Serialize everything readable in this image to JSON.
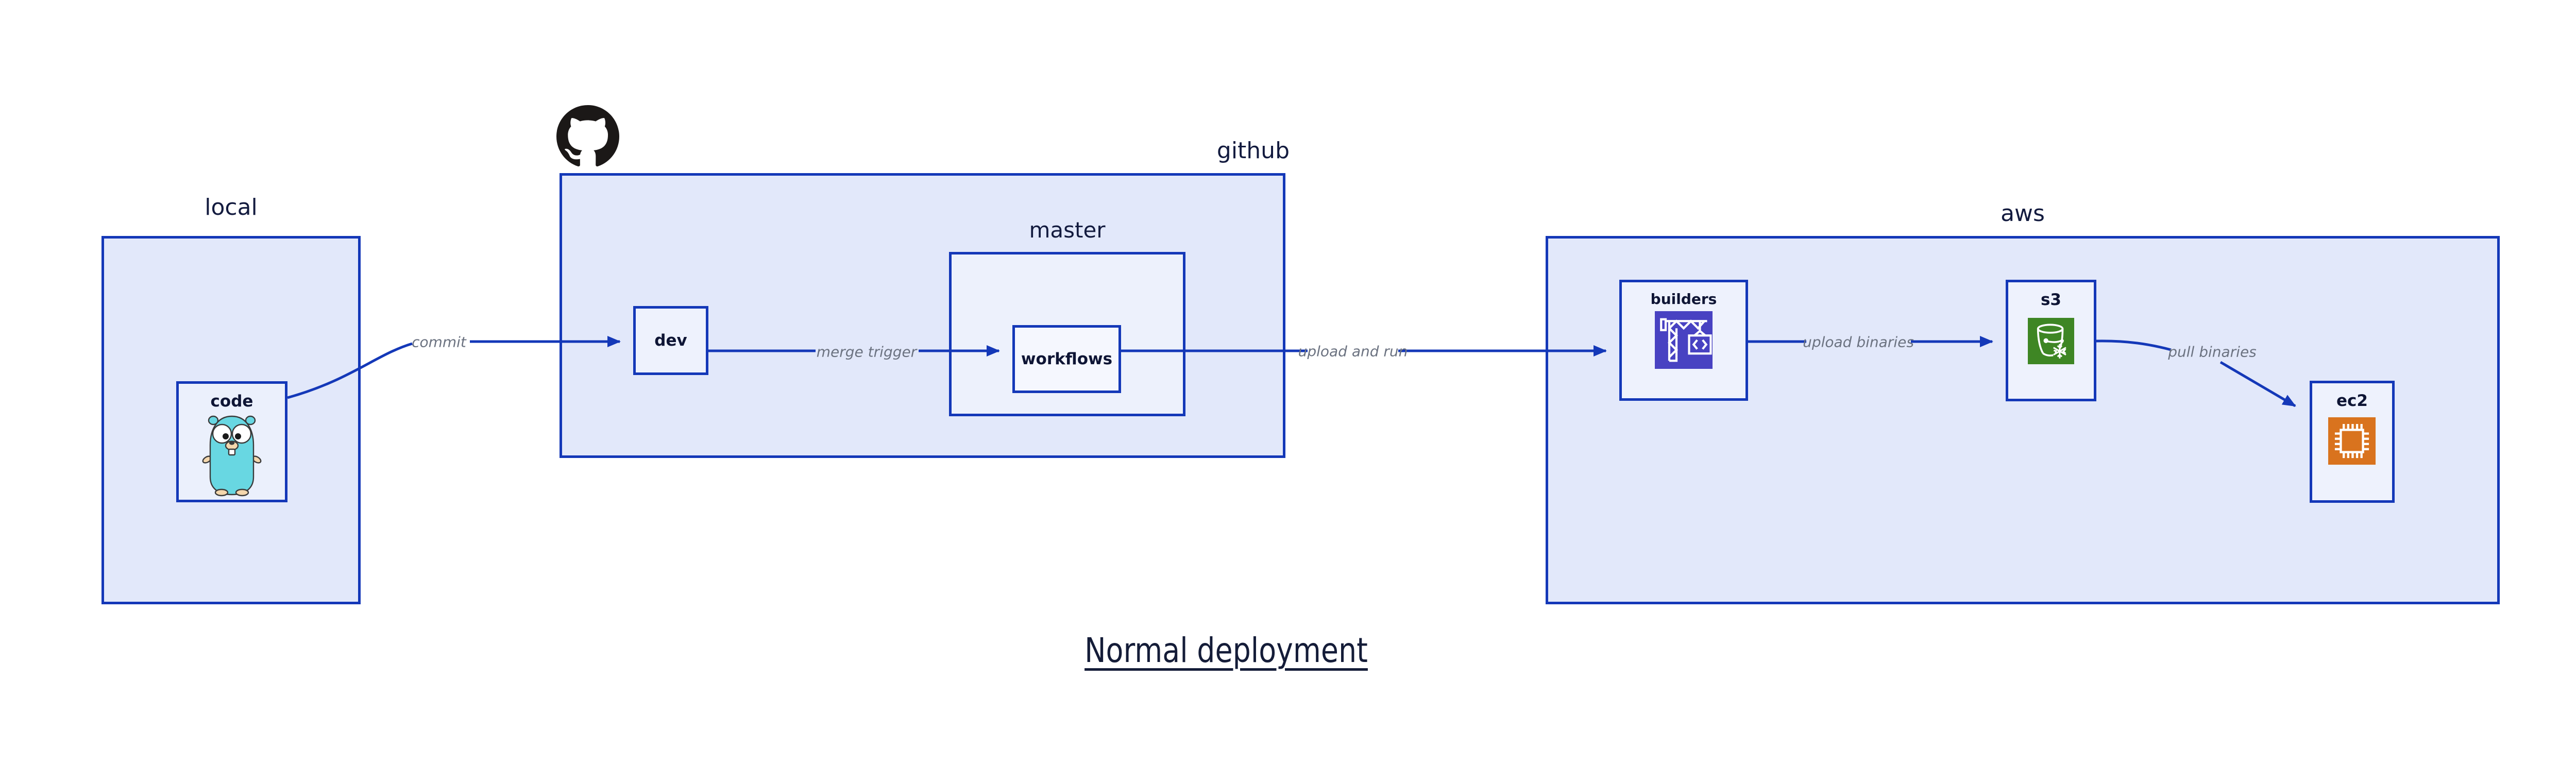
{
  "title": {
    "text": "Normal deployment"
  },
  "containers": {
    "local": {
      "label": "local"
    },
    "github": {
      "label": "github"
    },
    "master": {
      "label": "master"
    },
    "aws": {
      "label": "aws"
    }
  },
  "nodes": {
    "code": {
      "label": "code"
    },
    "dev": {
      "label": "dev"
    },
    "workflows": {
      "label": "workflows"
    },
    "builders": {
      "label": "builders"
    },
    "s3": {
      "label": "s3"
    },
    "ec2": {
      "label": "ec2"
    }
  },
  "edges": {
    "commit": {
      "label": "commit"
    },
    "merge_trigger": {
      "label": "merge trigger"
    },
    "upload_and_run": {
      "label": "upload and run"
    },
    "upload_binaries": {
      "label": "upload binaries"
    },
    "pull_binaries": {
      "label": "pull binaries"
    }
  },
  "icons": {
    "github_logo": "github-octocat-icon",
    "code_icon": "go-gopher-icon",
    "builders_icon": "aws-codebuild-crane-icon",
    "s3_icon": "aws-s3-glacier-bucket-icon",
    "ec2_icon": "aws-ec2-chip-icon"
  },
  "colors": {
    "border_blue": "#1438b8",
    "container_fill": "#e2e8fa",
    "master_fill": "#edf1fc",
    "node_fill": "#eef2fd",
    "workflows_fill": "#f5f7fe",
    "heading_text": "#131b3f",
    "edge_label_text": "#6b7280",
    "builders_icon_bg": "#4842c2",
    "s3_icon_bg": "#3e8624",
    "ec2_icon_bg": "#d9731e",
    "gopher_teal": "#68d7e2",
    "octocat_black": "#1b1817"
  }
}
